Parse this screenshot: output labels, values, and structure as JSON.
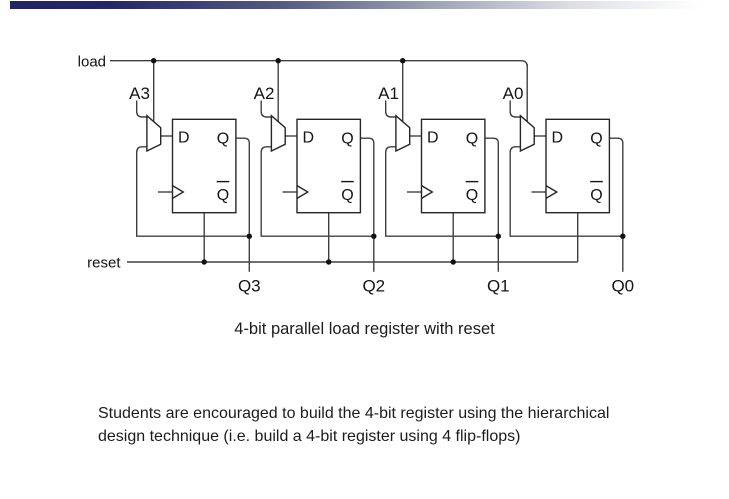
{
  "slide": {
    "accent_bar": {
      "start_color": "#202566",
      "end_color": "#ffffff"
    }
  },
  "diagram": {
    "load_label": "load",
    "reset_label": "reset",
    "caption": "4-bit parallel load register with reset",
    "ff_labels": {
      "d": "D",
      "q": "Q",
      "qbar": "Q"
    },
    "bits": [
      {
        "input": "A3",
        "output": "Q3"
      },
      {
        "input": "A2",
        "output": "Q2"
      },
      {
        "input": "A1",
        "output": "Q1"
      },
      {
        "input": "A0",
        "output": "Q0"
      }
    ],
    "colors": {
      "wire": "#404040",
      "shape_stroke": "#262626",
      "ink": "#141414"
    }
  },
  "note": {
    "line1": "Students are encouraged to build the 4-bit register using the hierarchical",
    "line2": "design technique (i.e. build a 4-bit register using 4 flip-flops)"
  }
}
